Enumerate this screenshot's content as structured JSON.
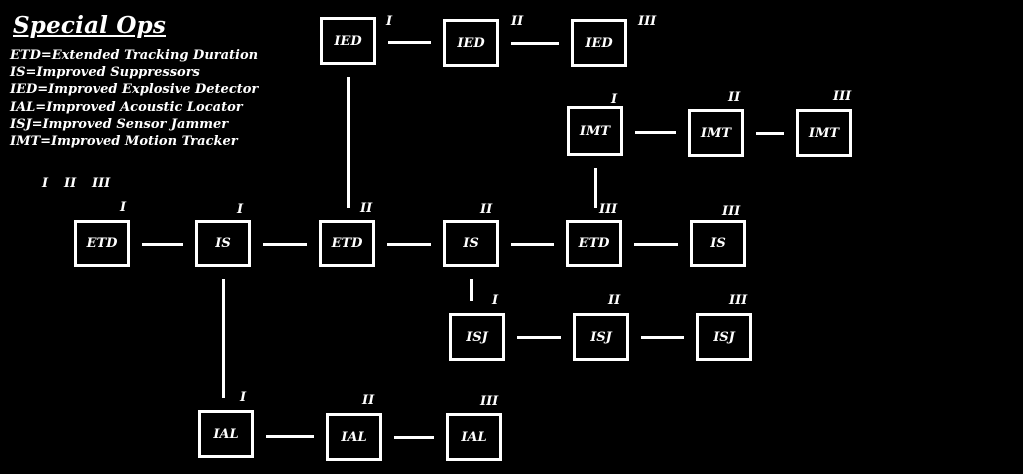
{
  "title": "Special Ops",
  "legend": [
    "ETD=Extended Tracking Duration",
    "IS=Improved Suppressors",
    "IED=Improved Explosive Detector",
    "IAL=Improved Acoustic Locator",
    "ISJ=Improved Sensor Jammer",
    "IMT=Improved  Motion Tracker"
  ],
  "level_key": [
    "I",
    "II",
    "III"
  ],
  "nodes": {
    "etd1": {
      "label": "ETD",
      "level": "I"
    },
    "is1": {
      "label": "IS",
      "level": "I"
    },
    "etd2": {
      "label": "ETD",
      "level": "II"
    },
    "is2": {
      "label": "IS",
      "level": "II"
    },
    "etd3": {
      "label": "ETD",
      "level": "III"
    },
    "is3": {
      "label": "IS",
      "level": "III"
    },
    "ied1": {
      "label": "IED",
      "level": "I"
    },
    "ied2": {
      "label": "IED",
      "level": "II"
    },
    "ied3": {
      "label": "IED",
      "level": "III"
    },
    "imt1": {
      "label": "IMT",
      "level": "I"
    },
    "imt2": {
      "label": "IMT",
      "level": "II"
    },
    "imt3": {
      "label": "IMT",
      "level": "III"
    },
    "isj1": {
      "label": "ISJ",
      "level": "I"
    },
    "isj2": {
      "label": "ISJ",
      "level": "II"
    },
    "isj3": {
      "label": "ISJ",
      "level": "III"
    },
    "ial1": {
      "label": "IAL",
      "level": "I"
    },
    "ial2": {
      "label": "IAL",
      "level": "II"
    },
    "ial3": {
      "label": "IAL",
      "level": "III"
    }
  },
  "edges": [
    [
      "etd1",
      "is1"
    ],
    [
      "is1",
      "etd2"
    ],
    [
      "etd2",
      "is2"
    ],
    [
      "is2",
      "etd3"
    ],
    [
      "etd3",
      "is3"
    ],
    [
      "etd2",
      "ied1"
    ],
    [
      "ied1",
      "ied2"
    ],
    [
      "ied2",
      "ied3"
    ],
    [
      "etd3",
      "imt1"
    ],
    [
      "imt1",
      "imt2"
    ],
    [
      "imt2",
      "imt3"
    ],
    [
      "is2",
      "isj1"
    ],
    [
      "isj1",
      "isj2"
    ],
    [
      "isj2",
      "isj3"
    ],
    [
      "is1",
      "ial1"
    ],
    [
      "ial1",
      "ial2"
    ],
    [
      "ial2",
      "ial3"
    ]
  ]
}
